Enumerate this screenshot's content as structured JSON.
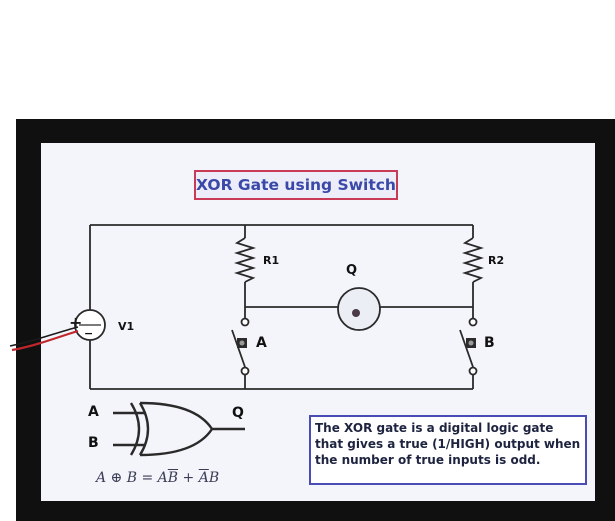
{
  "title": "XOR Gate using Switch",
  "components": {
    "source": "V1",
    "resistor_1": "R1",
    "resistor_2": "R2",
    "lamp": "Q",
    "switch_a": "A",
    "switch_b": "B",
    "source_plus": "+",
    "source_minus": "−"
  },
  "gate": {
    "input_a": "A",
    "input_b": "B",
    "output": "Q"
  },
  "formula": {
    "lhs": "A ⊕ B = A",
    "term1_bar": "B",
    "plus": " + ",
    "term2_bar": "A",
    "term2_rest": "B"
  },
  "description": "The XOR gate is a digital logic gate that gives a true (1/HIGH) output when the number of true inputs is odd.",
  "colors": {
    "title_border": "#c83a56",
    "title_text": "#3a48a8",
    "note_border": "#4a4cb5",
    "wire": "#2a2a2a",
    "background_board": "#101010"
  }
}
